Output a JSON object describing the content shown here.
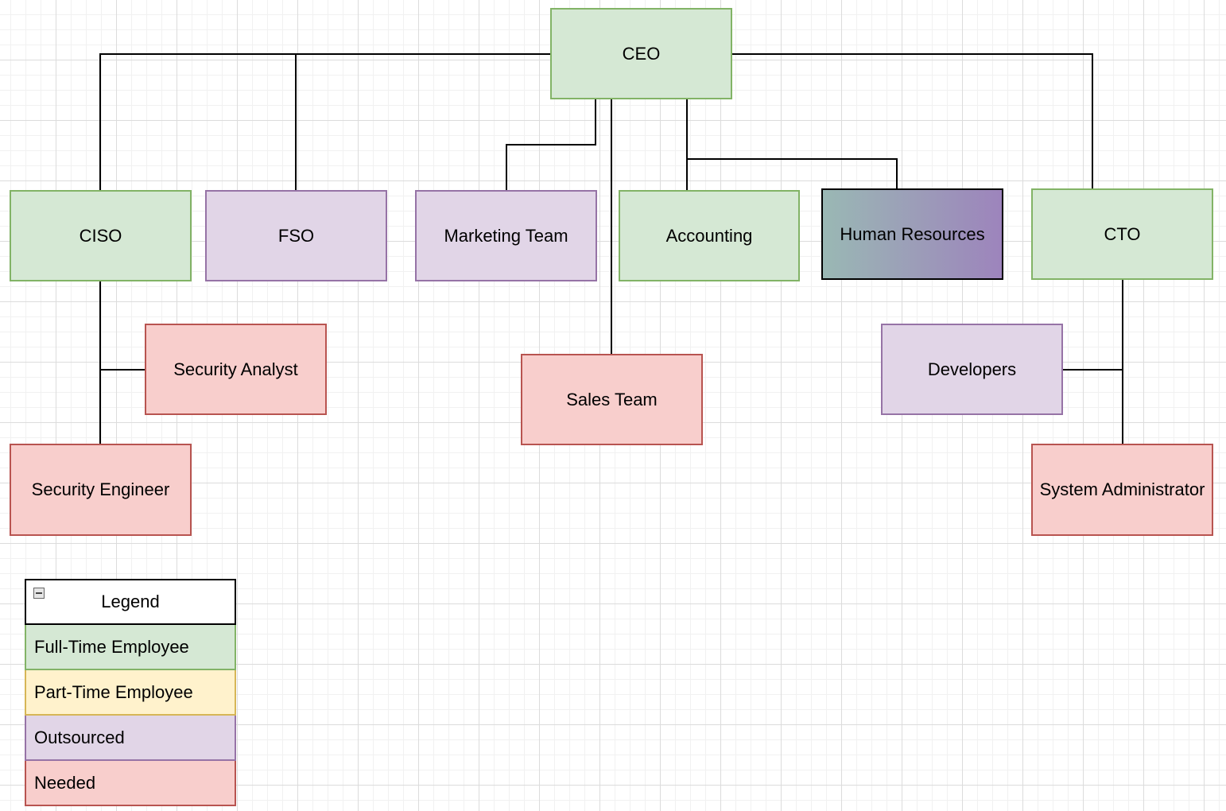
{
  "nodes": {
    "ceo": "CEO",
    "ciso": "CISO",
    "fso": "FSO",
    "marketing": "Marketing Team",
    "accounting": "Accounting",
    "hr": "Human Resources",
    "cto": "CTO",
    "security_analyst": "Security Analyst",
    "security_engineer": "Security Engineer",
    "sales": "Sales Team",
    "developers": "Developers",
    "sysadmin": "System Administrator"
  },
  "legend": {
    "title": "Legend",
    "items": [
      {
        "label": "Full-Time Employee",
        "color": "#d5e8d4",
        "border": "#82b366"
      },
      {
        "label": "Part-Time Employee",
        "color": "#fff2cc",
        "border": "#d6b656"
      },
      {
        "label": "Outsourced",
        "color": "#e1d5e7",
        "border": "#9673a6"
      },
      {
        "label": "Needed",
        "color": "#f8cecc",
        "border": "#b85450"
      }
    ]
  },
  "colors": {
    "full_time": "#d5e8d4",
    "outsourced": "#e1d5e7",
    "needed": "#f8cecc",
    "connector": "#000000"
  }
}
